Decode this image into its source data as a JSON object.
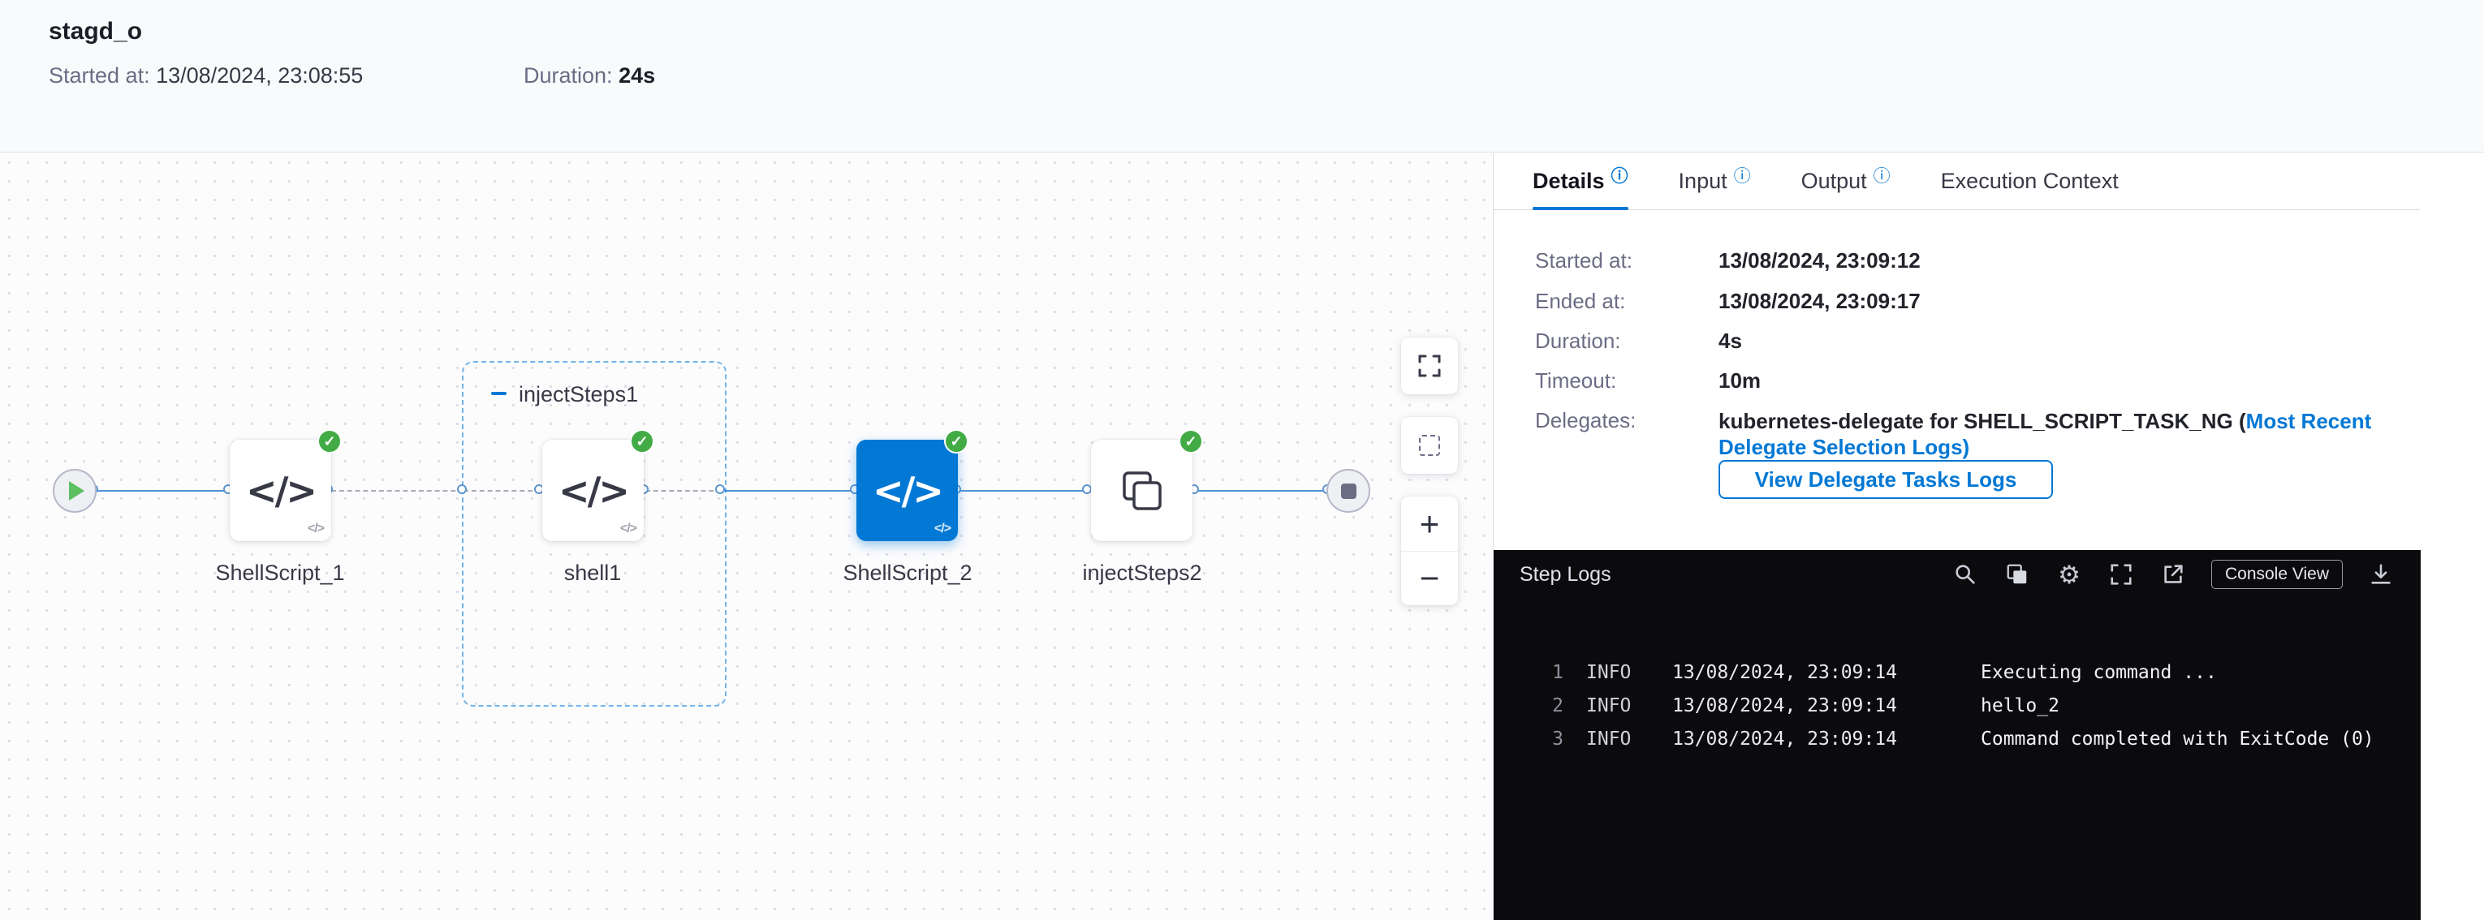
{
  "header": {
    "title": "stagd_o",
    "started_label": "Started at: ",
    "started_value": "13/08/2024, 23:08:55",
    "duration_label": "Duration: ",
    "duration_value": "24s"
  },
  "canvas": {
    "group_label": "injectSteps1",
    "node1_label": "ShellScript_1",
    "node2_label": "shell1",
    "node3_label": "ShellScript_2",
    "node4_label": "injectSteps2"
  },
  "icons": {
    "code": "</>",
    "mini_code": "</>",
    "check": "✓",
    "info": "ⓘ",
    "gear": "⚙",
    "zoom_in": "+",
    "zoom_out": "−"
  },
  "tabs": {
    "details": "Details",
    "input": "Input",
    "output": "Output",
    "execution_context": "Execution Context"
  },
  "details": {
    "started_label": "Started at:",
    "started_value": "13/08/2024, 23:09:12",
    "ended_label": "Ended at:",
    "ended_value": "13/08/2024, 23:09:17",
    "duration_label": "Duration:",
    "duration_value": "4s",
    "timeout_label": "Timeout:",
    "timeout_value": "10m",
    "delegates_label": "Delegates:",
    "delegates_value": "kubernetes-delegate for SHELL_SCRIPT_TASK_NG (",
    "delegates_link": "Most Recent Delegate Selection Logs)",
    "view_logs_button": "View Delegate Tasks Logs"
  },
  "step_logs": {
    "title": "Step Logs",
    "console_view_button": "Console View",
    "lines": [
      {
        "num": "1",
        "level": "INFO",
        "time": "13/08/2024, 23:09:14",
        "message": "Executing command ..."
      },
      {
        "num": "2",
        "level": "INFO",
        "time": "13/08/2024, 23:09:14",
        "message": "hello_2"
      },
      {
        "num": "3",
        "level": "INFO",
        "time": "13/08/2024, 23:09:14",
        "message": "Command completed with ExitCode (0)"
      }
    ]
  },
  "colors": {
    "accent": "#0278d5",
    "success": "#42ab45",
    "log_background": "#0b0b0e"
  }
}
